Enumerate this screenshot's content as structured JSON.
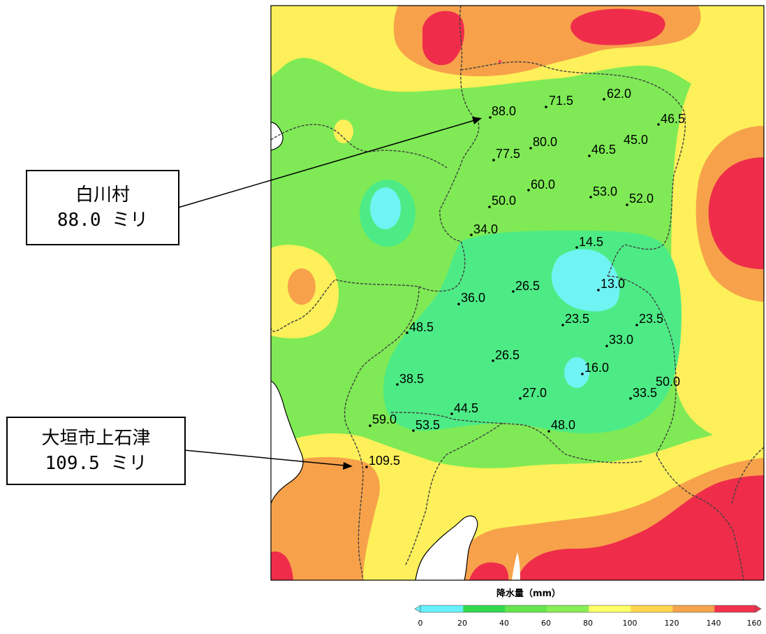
{
  "callouts": [
    {
      "place": "白川村",
      "amount": "88.0 ミリ"
    },
    {
      "place": "大垣市上石津",
      "amount": "109.5 ミリ"
    }
  ],
  "stations": [
    {
      "label": "88.0"
    },
    {
      "label": "71.5"
    },
    {
      "label": "62.0"
    },
    {
      "label": "46.5"
    },
    {
      "label": "77.5"
    },
    {
      "label": "80.0"
    },
    {
      "label": "46.5"
    },
    {
      "label": "45.0"
    },
    {
      "label": "50.0"
    },
    {
      "label": "60.0"
    },
    {
      "label": "53.0"
    },
    {
      "label": "52.0"
    },
    {
      "label": "34.0"
    },
    {
      "label": "14.5"
    },
    {
      "label": "36.0"
    },
    {
      "label": "26.5"
    },
    {
      "label": "13.0"
    },
    {
      "label": "48.5"
    },
    {
      "label": "23.5"
    },
    {
      "label": "23.5"
    },
    {
      "label": "33.0"
    },
    {
      "label": "26.5"
    },
    {
      "label": "16.0"
    },
    {
      "label": "38.5"
    },
    {
      "label": "27.0"
    },
    {
      "label": "50.0"
    },
    {
      "label": "33.5"
    },
    {
      "label": "44.5"
    },
    {
      "label": "59.0"
    },
    {
      "label": "53.5"
    },
    {
      "label": "48.0"
    },
    {
      "label": "109.5"
    }
  ],
  "legend": {
    "title": "降水量（mm）",
    "ticks": [
      "0",
      "20",
      "40",
      "60",
      "80",
      "100",
      "120",
      "140",
      "160"
    ],
    "colors": [
      "#66f2ff",
      "#33d94d",
      "#66e64d",
      "#88ef55",
      "#ffff66",
      "#ffd64d",
      "#f5a34d",
      "#f2334d"
    ]
  },
  "colors": {
    "green": "#7fea55",
    "yellow": "#fdf05a",
    "orange": "#f7a24a",
    "red": "#ef2d4a",
    "teal": "#4deb86",
    "cyan": "#70f3f3",
    "sea": "#ffffff"
  }
}
